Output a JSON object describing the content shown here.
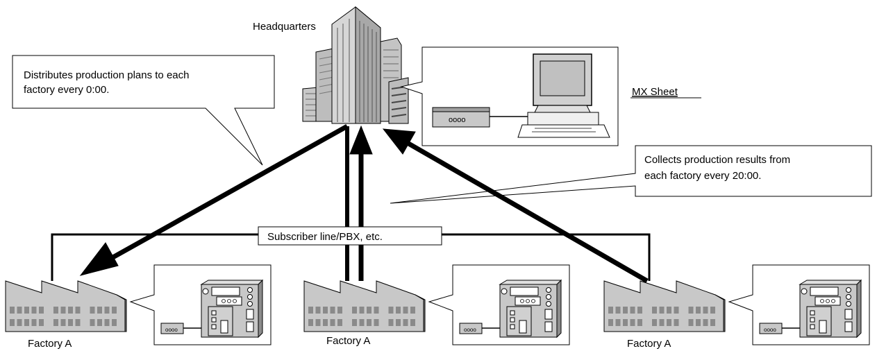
{
  "headquarters": {
    "label": "Headquarters"
  },
  "mx_sheet": {
    "label": "MX Sheet",
    "modem_icon": "modem-icon",
    "pc_icon": "desktop-computer-icon"
  },
  "callouts": {
    "distribute": {
      "line1": "Distributes production plans to each",
      "line2": "factory every 0:00."
    },
    "collect": {
      "line1": "Collects production results from",
      "line2": "each factory every 20:00."
    }
  },
  "network": {
    "label": "Subscriber line/PBX, etc."
  },
  "factories": [
    {
      "label": "Factory A",
      "device_icon": "plc-controller-icon"
    },
    {
      "label": "Factory A",
      "device_icon": "plc-controller-icon"
    },
    {
      "label": "Factory A",
      "device_icon": "plc-controller-icon"
    }
  ],
  "colors": {
    "line": "#000000",
    "building_gray": "#c0c0c0",
    "building_dark": "#808080",
    "screen": "#c0c0c0"
  }
}
